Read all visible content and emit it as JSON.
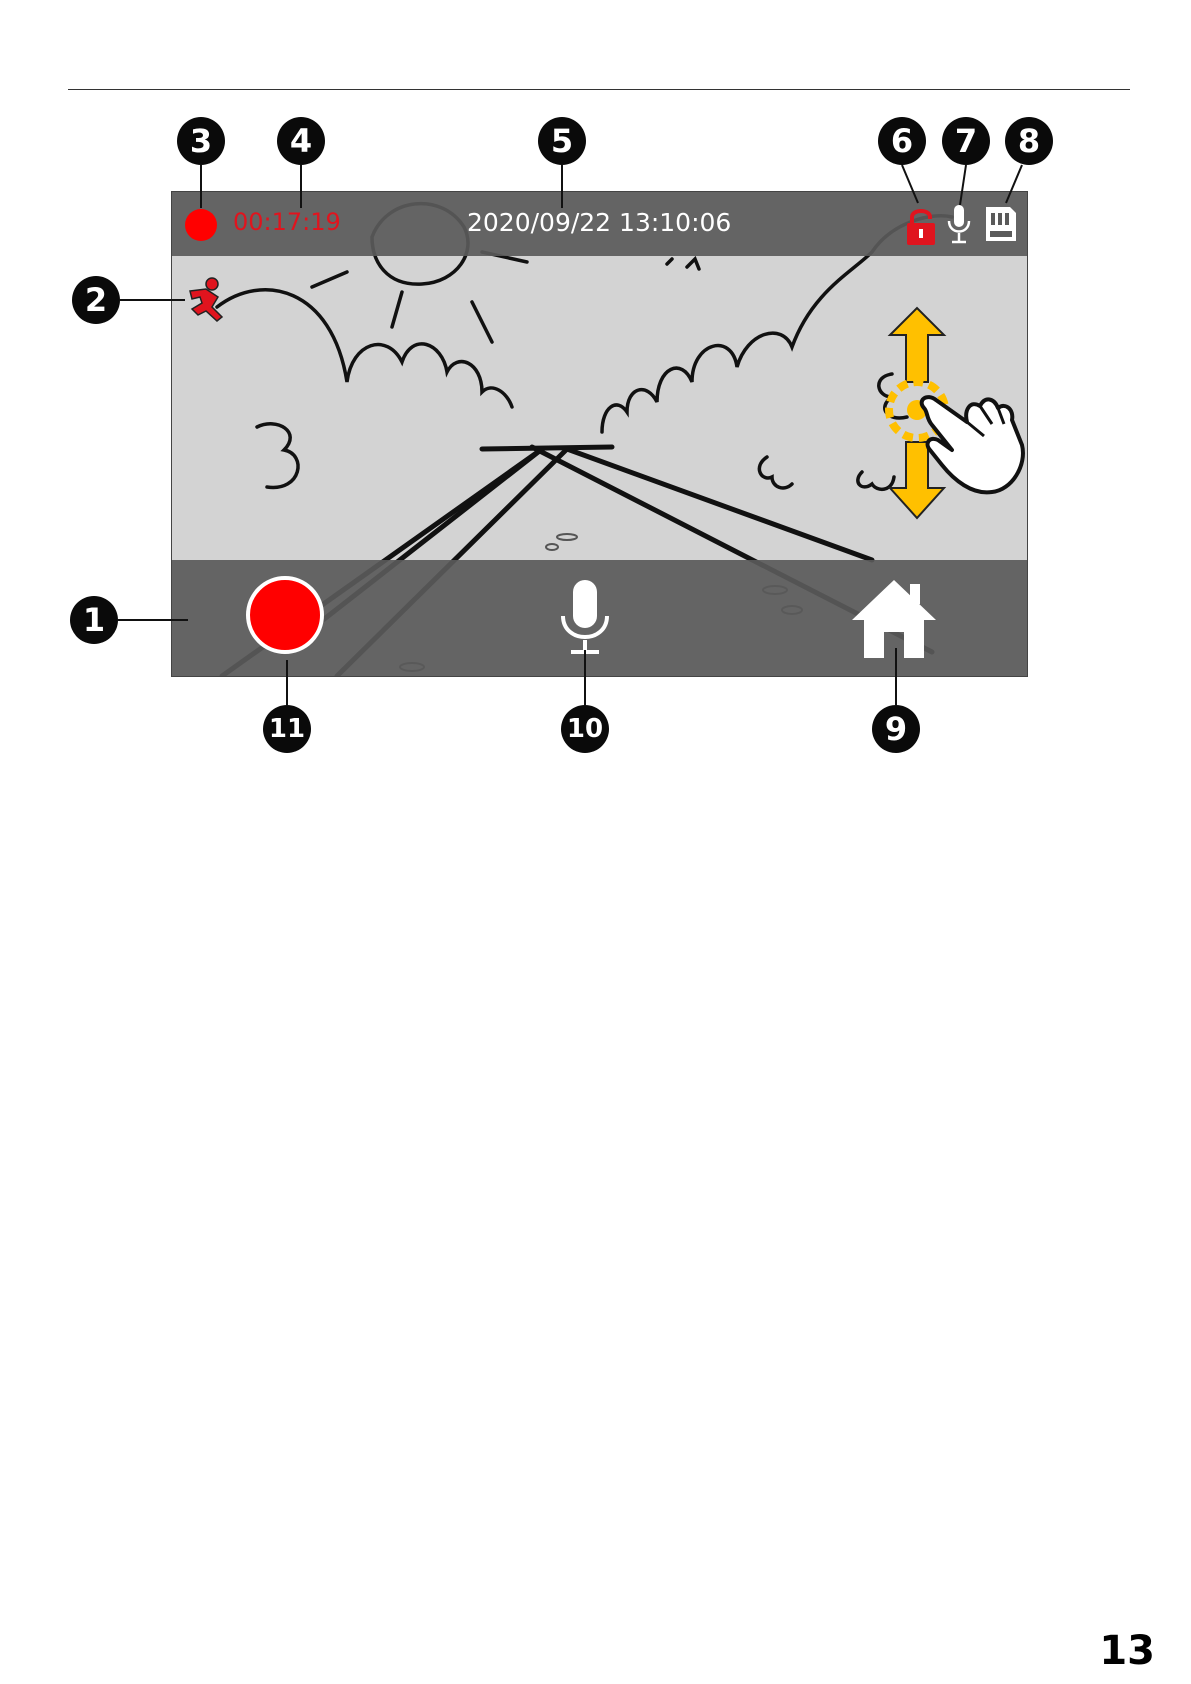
{
  "screen": {
    "record_time": "00:17:19",
    "datetime": "2020/09/22 13:10:06"
  },
  "callouts": {
    "c1": "1",
    "c2": "2",
    "c3": "3",
    "c4": "4",
    "c5": "5",
    "c6": "6",
    "c7": "7",
    "c8": "8",
    "c9": "9",
    "c10": "10",
    "c11": "11"
  },
  "icons": {
    "recording_indicator": "recording-dot-icon",
    "lock": "lock-icon",
    "microphone": "microphone-icon",
    "sd_card": "sd-card-icon",
    "motion": "motion-detection-icon",
    "home": "home-icon",
    "gesture": "swipe-hand-icon"
  },
  "colors": {
    "record_red": "#ff0000",
    "bar_gray": "#5a5a5a",
    "gesture_yellow": "#ffc000"
  },
  "page_number": "13"
}
